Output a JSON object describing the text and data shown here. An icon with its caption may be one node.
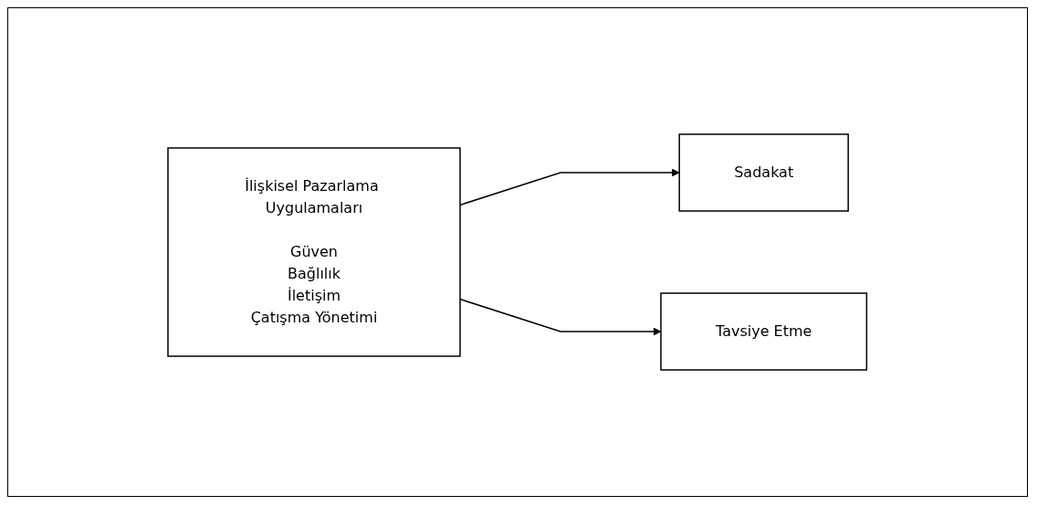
{
  "diagram": {
    "nodes": [
      {
        "text": [
          "İlişkisel Pazarlama Uygulamaları",
          "Güven",
          "Bağlılık",
          "İletişim",
          "Çatışma Yönetimi"
        ]
      },
      {
        "text": [
          "Sadakat"
        ]
      },
      {
        "text": [
          "Tavsiye Etme"
        ]
      }
    ],
    "edges": [
      {
        "from": 0,
        "to": 1,
        "arrow": "to"
      },
      {
        "from": 0,
        "to": 2,
        "arrow": "to"
      }
    ]
  }
}
